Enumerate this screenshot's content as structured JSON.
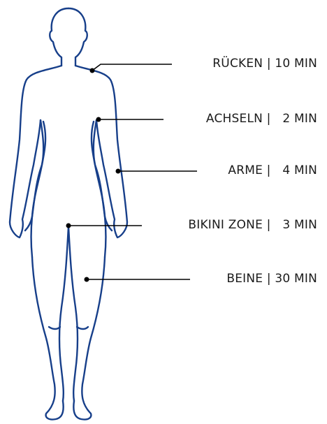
{
  "colors": {
    "outline": "#173f8a",
    "leader": "#000000",
    "text": "#1b1b1b",
    "background": "#ffffff"
  },
  "areas": [
    {
      "id": "ruecken",
      "label": "RÜCKEN | 10 MIN"
    },
    {
      "id": "achseln",
      "label": "ACHSELN |   2 MIN"
    },
    {
      "id": "arme",
      "label": "ARME |   4 MIN"
    },
    {
      "id": "bikini",
      "label": "BIKINI ZONE |   3 MIN"
    },
    {
      "id": "beine",
      "label": "BEINE | 30 MIN"
    }
  ]
}
